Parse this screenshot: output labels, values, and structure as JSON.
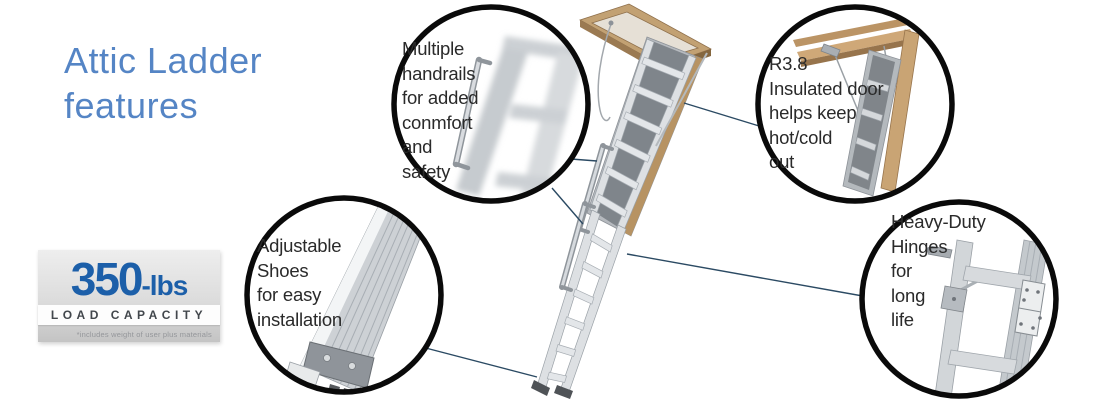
{
  "title": {
    "lines": [
      "Attic Ladder",
      "features"
    ]
  },
  "badge": {
    "value": "350",
    "unit": "-lbs",
    "label": "LOAD CAPACITY",
    "disclaimer": "*includes weight of user plus materials"
  },
  "callouts": [
    {
      "id": "multiple-handrails",
      "lines": [
        "Multiple",
        "handrails",
        "for added",
        "conmfort",
        "and",
        "safety"
      ]
    },
    {
      "id": "insulated-door",
      "lines": [
        "R3.8",
        "Insulated door",
        "helps keep",
        "hot/cold",
        "out"
      ]
    },
    {
      "id": "adjustable-shoes",
      "lines": [
        "Adjustable",
        "Shoes",
        "for easy",
        "installation"
      ]
    },
    {
      "id": "heavy-duty-hinges",
      "lines": [
        "Heavy-Duty",
        "Hinges",
        "for",
        "long",
        "life"
      ]
    }
  ],
  "colors": {
    "title_blue": "#5585c5",
    "badge_blue": "#1c5fa9",
    "connector_line": "#2b4a63",
    "circle_border": "#0a0a0a",
    "wood": "#c2a173",
    "aluminum": "#dde0e3"
  }
}
